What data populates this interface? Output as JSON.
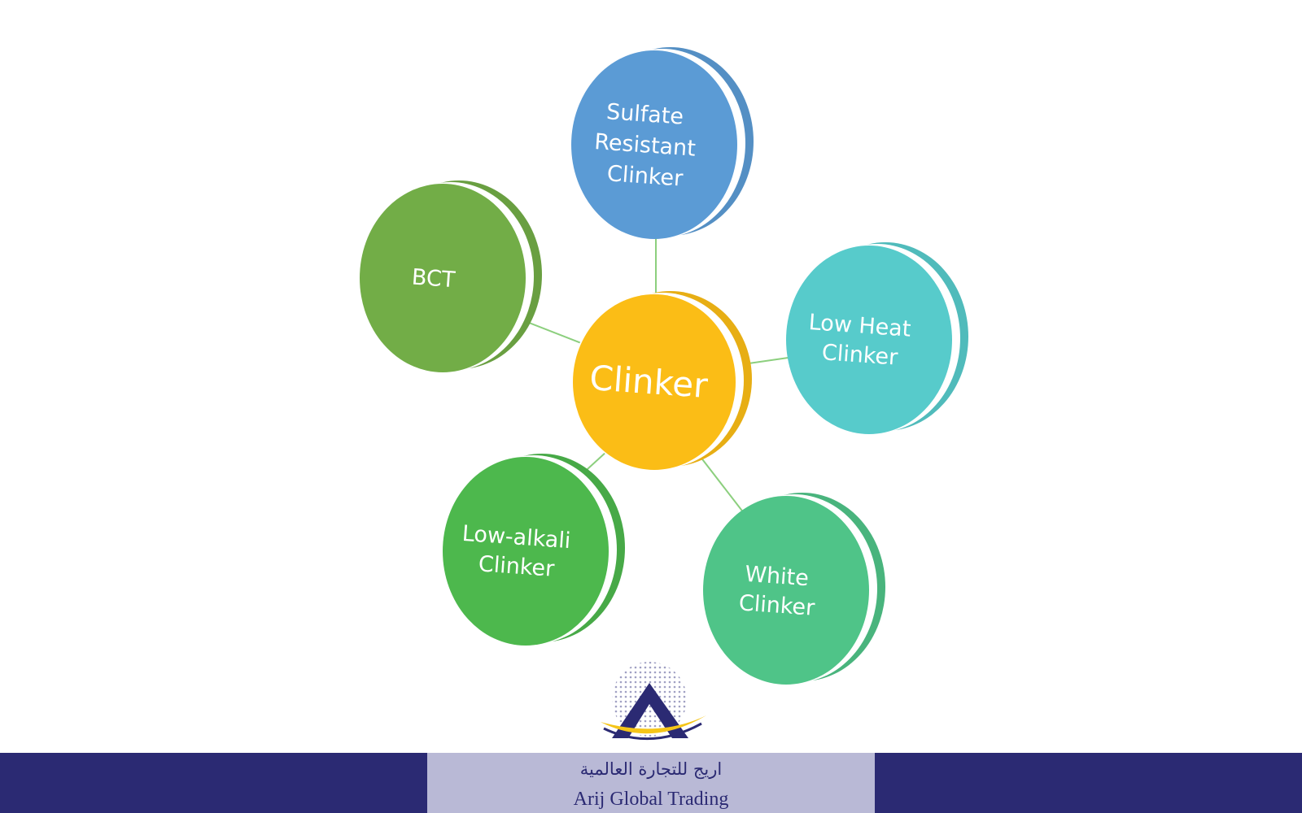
{
  "diagram": {
    "center": {
      "label": "Clinker",
      "color": "#fbbd16"
    },
    "nodes": [
      {
        "id": "sulfate",
        "lines": [
          "Sulfate",
          "Resistant",
          "Clinker"
        ],
        "color": "#5b9bd5"
      },
      {
        "id": "low-heat",
        "lines": [
          "Low Heat",
          "Clinker"
        ],
        "color": "#57cbcb"
      },
      {
        "id": "white",
        "lines": [
          "White",
          "Clinker"
        ],
        "color": "#4fc488"
      },
      {
        "id": "low-alkali",
        "lines": [
          "Low-alkali",
          "Clinker"
        ],
        "color": "#4db84d"
      },
      {
        "id": "bct",
        "lines": [
          "BCT"
        ],
        "color": "#72ad47"
      }
    ],
    "connector_color": "#8ccf7e"
  },
  "brand": {
    "arabic_name": "اريج للتجارة العالمية",
    "english_name": "Arij Global Trading",
    "navy": "#2b2a73",
    "panel": "#b9b9d6",
    "accent": "#f5c518"
  }
}
